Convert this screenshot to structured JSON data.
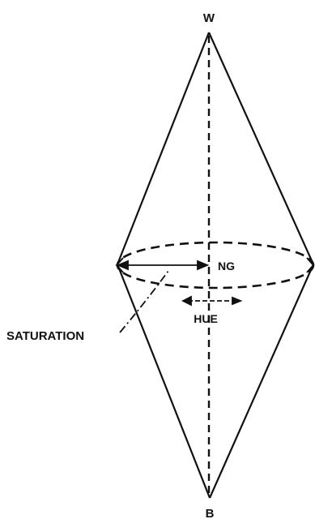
{
  "diagram": {
    "labels": {
      "white": "W",
      "black": "B",
      "neutral_gray": "NG",
      "saturation": "SATURATION",
      "hue": "HUE"
    },
    "colors": {
      "ink": "#111111",
      "background": "#ffffff"
    }
  }
}
